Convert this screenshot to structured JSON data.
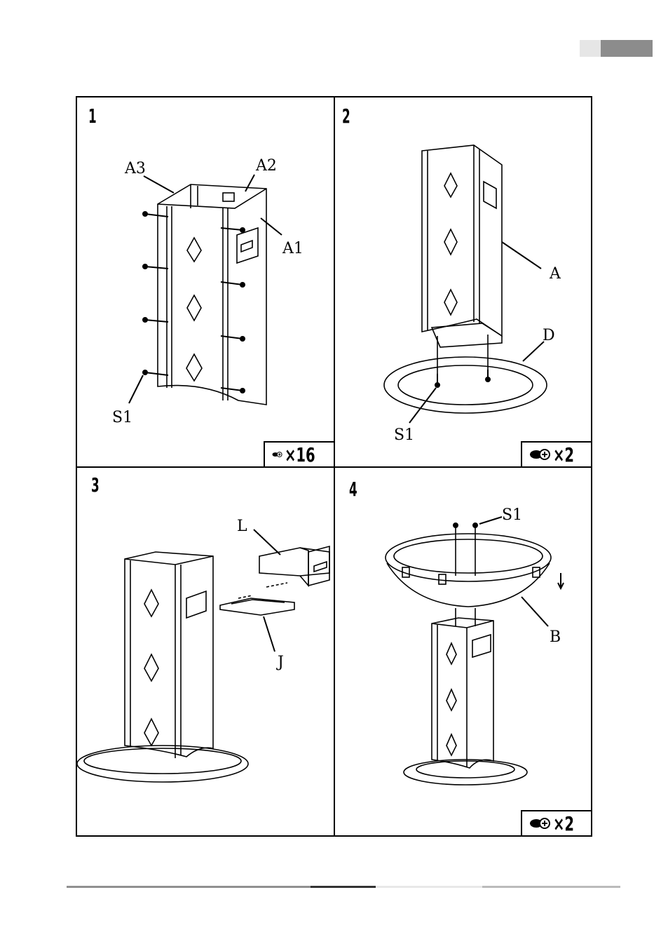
{
  "steps": [
    {
      "number": "1",
      "labels": {
        "a3": "A3",
        "a2": "A2",
        "a1": "A1",
        "s1": "S1"
      },
      "quantity": "×16"
    },
    {
      "number": "2",
      "labels": {
        "a": "A",
        "d": "D",
        "s1": "S1"
      },
      "quantity": "×2"
    },
    {
      "number": "3",
      "labels": {
        "l": "L",
        "j": "J"
      },
      "quantity": ""
    },
    {
      "number": "4",
      "labels": {
        "s1": "S1",
        "b": "B"
      },
      "quantity": "×2"
    }
  ],
  "icons": {
    "screw": "screw-icon"
  },
  "colors": {
    "line": "#000000",
    "tab_light": "#e6e6e6",
    "tab_dark": "#8c8c8c",
    "footer_mid": "#909090",
    "footer_dark": "#333333",
    "footer_light": "#e8e8e8",
    "footer_right": "#bbbbbb"
  }
}
